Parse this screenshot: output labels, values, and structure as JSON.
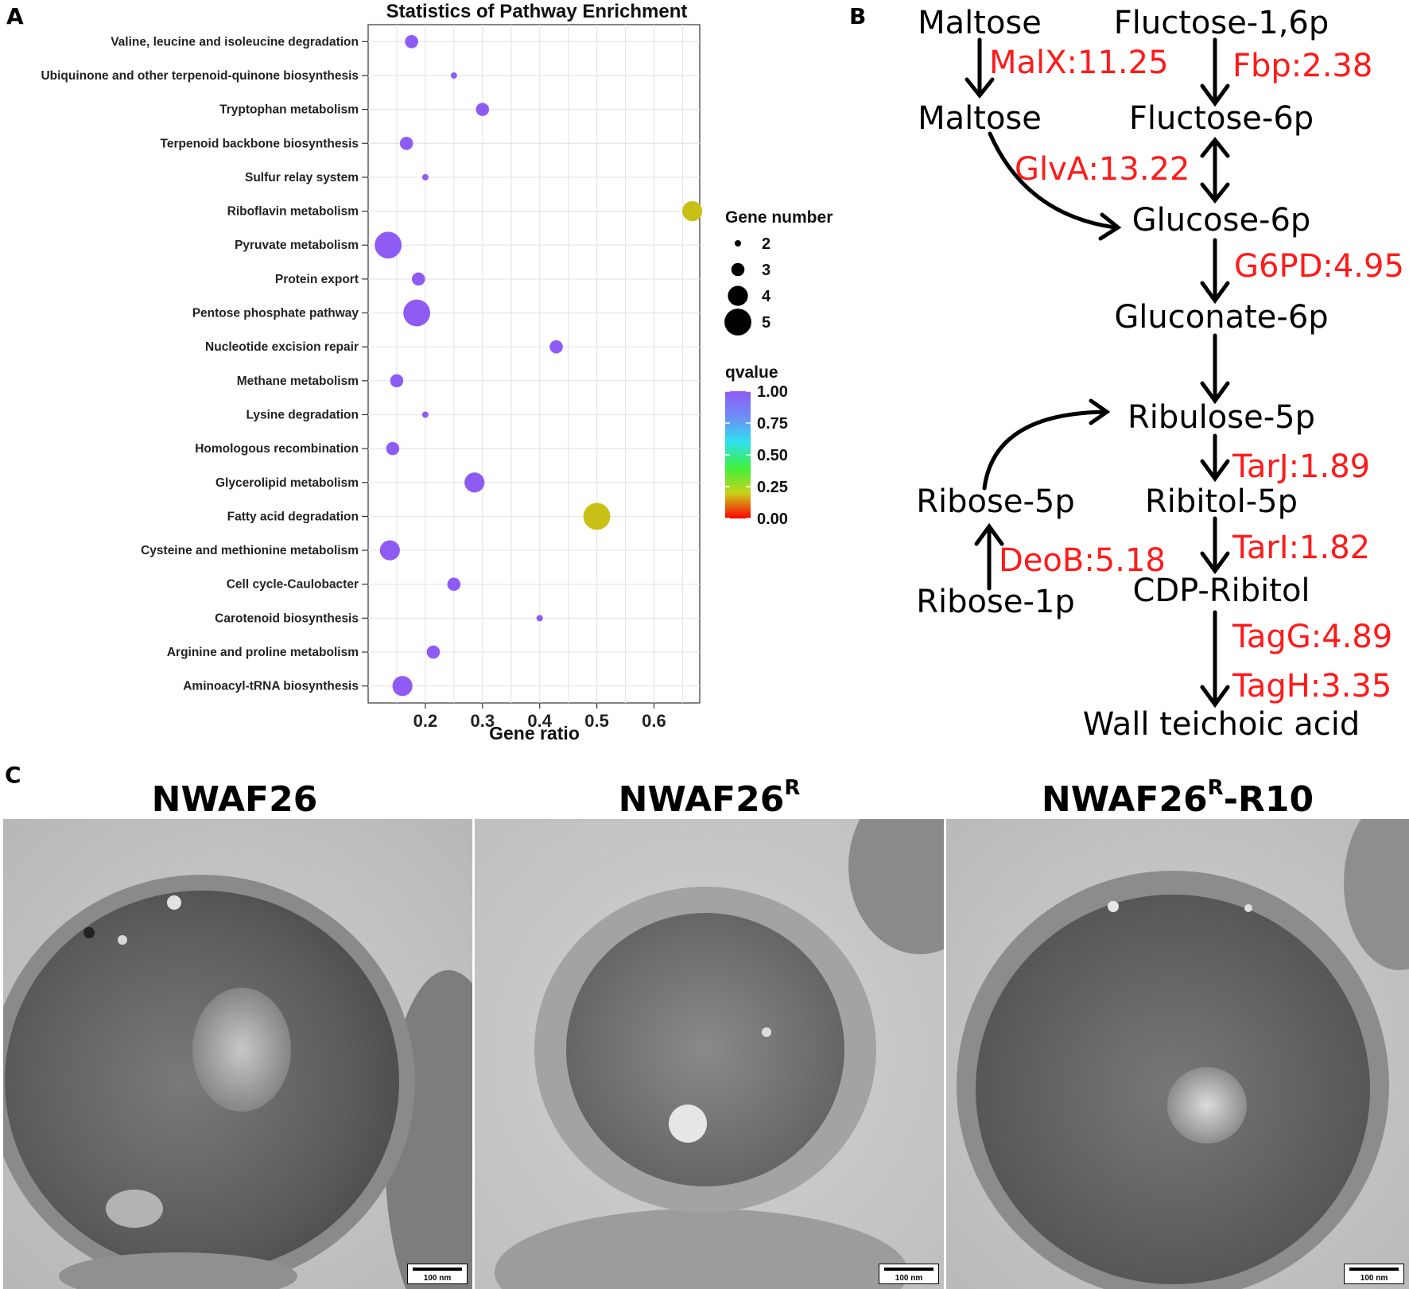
{
  "panel_labels": {
    "a": "A",
    "b": "B",
    "c": "C"
  },
  "chart_data": {
    "type": "scatter",
    "title": "Statistics of Pathway Enrichment",
    "xlabel": "Gene ratio",
    "ylabel": "",
    "xlim": [
      0.1,
      0.68
    ],
    "xticks": [
      0.2,
      0.3,
      0.4,
      0.5,
      0.6
    ],
    "xtick_labels": [
      "0.2",
      "0.3",
      "0.4",
      "0.5",
      "0.6"
    ],
    "grid": true,
    "legend_position": "right",
    "size_legend": {
      "title": "Gene number",
      "values": [
        2,
        3,
        4,
        5
      ],
      "labels": [
        "2",
        "3",
        "4",
        "5"
      ]
    },
    "color_legend": {
      "title": "qvalue",
      "ticks": [
        1.0,
        0.75,
        0.5,
        0.25,
        0.0
      ],
      "labels": [
        "1.00",
        "0.75",
        "0.50",
        "0.25",
        "0.00"
      ],
      "low_color": "#ff0000",
      "high_color": "#8f5bf5"
    },
    "points": [
      {
        "pathway": "Valine, leucine and isoleucine degradation",
        "gene_ratio": 0.176,
        "gene_number": 3,
        "qvalue": 1.0
      },
      {
        "pathway": "Ubiquinone and other terpenoid-quinone biosynthesis",
        "gene_ratio": 0.25,
        "gene_number": 2,
        "qvalue": 1.0
      },
      {
        "pathway": "Tryptophan metabolism",
        "gene_ratio": 0.3,
        "gene_number": 3,
        "qvalue": 1.0
      },
      {
        "pathway": "Terpenoid backbone biosynthesis",
        "gene_ratio": 0.167,
        "gene_number": 3,
        "qvalue": 1.0
      },
      {
        "pathway": "Sulfur relay system",
        "gene_ratio": 0.2,
        "gene_number": 2,
        "qvalue": 1.0
      },
      {
        "pathway": "Riboflavin metabolism",
        "gene_ratio": 0.667,
        "gene_number": 4,
        "qvalue": 0.27
      },
      {
        "pathway": "Pyruvate metabolism",
        "gene_ratio": 0.135,
        "gene_number": 5,
        "qvalue": 1.0
      },
      {
        "pathway": "Protein export",
        "gene_ratio": 0.188,
        "gene_number": 3,
        "qvalue": 1.0
      },
      {
        "pathway": "Pentose phosphate pathway",
        "gene_ratio": 0.185,
        "gene_number": 5,
        "qvalue": 1.0
      },
      {
        "pathway": "Nucleotide excision repair",
        "gene_ratio": 0.429,
        "gene_number": 3,
        "qvalue": 1.0
      },
      {
        "pathway": "Methane metabolism",
        "gene_ratio": 0.15,
        "gene_number": 3,
        "qvalue": 1.0
      },
      {
        "pathway": "Lysine degradation",
        "gene_ratio": 0.2,
        "gene_number": 2,
        "qvalue": 1.0
      },
      {
        "pathway": "Homologous recombination",
        "gene_ratio": 0.143,
        "gene_number": 3,
        "qvalue": 1.0
      },
      {
        "pathway": "Glycerolipid metabolism",
        "gene_ratio": 0.286,
        "gene_number": 4,
        "qvalue": 1.0
      },
      {
        "pathway": "Fatty acid degradation",
        "gene_ratio": 0.5,
        "gene_number": 5,
        "qvalue": 0.27
      },
      {
        "pathway": "Cysteine and methionine metabolism",
        "gene_ratio": 0.138,
        "gene_number": 4,
        "qvalue": 1.0
      },
      {
        "pathway": "Cell cycle-Caulobacter",
        "gene_ratio": 0.25,
        "gene_number": 3,
        "qvalue": 1.0
      },
      {
        "pathway": "Carotenoid biosynthesis",
        "gene_ratio": 0.4,
        "gene_number": 2,
        "qvalue": 1.0
      },
      {
        "pathway": "Arginine and proline metabolism",
        "gene_ratio": 0.214,
        "gene_number": 3,
        "qvalue": 1.0
      },
      {
        "pathway": "Aminoacyl-tRNA biosynthesis",
        "gene_ratio": 0.16,
        "gene_number": 4,
        "qvalue": 1.0
      }
    ]
  },
  "pathway_diagram": {
    "metabolites": {
      "maltose_ext": "Maltose",
      "fructose_16p": "Fluctose-1,6p",
      "maltose_int": "Maltose",
      "fructose_6p": "Fluctose-6p",
      "glucose_6p": "Glucose-6p",
      "gluconate_6p": "Gluconate-6p",
      "ribulose_5p": "Ribulose-5p",
      "ribose_5p": "Ribose-5p",
      "ribitol_5p": "Ribitol-5p",
      "ribose_1p": "Ribose-1p",
      "cdp_ribitol": "CDP-Ribitol",
      "wta": "Wall teichoic acid"
    },
    "enzymes": {
      "malx": "MalX:11.25",
      "fbp": "Fbp:2.38",
      "glva": "GlvA:13.22",
      "g6pd": "G6PD:4.95",
      "tarj": "TarJ:1.89",
      "tari": "TarI:1.82",
      "deob": "DeoB:5.18",
      "tagg": "TagG:4.89",
      "tagh": "TagH:3.35"
    }
  },
  "tem_panels": [
    {
      "name": "NWAF26",
      "superscript": "",
      "suffix": "",
      "scale_label": "100 nm"
    },
    {
      "name": "NWAF26",
      "superscript": "R",
      "suffix": "",
      "scale_label": "100 nm"
    },
    {
      "name": "NWAF26",
      "superscript": "R",
      "suffix": "-R10",
      "scale_label": "100 nm"
    }
  ]
}
